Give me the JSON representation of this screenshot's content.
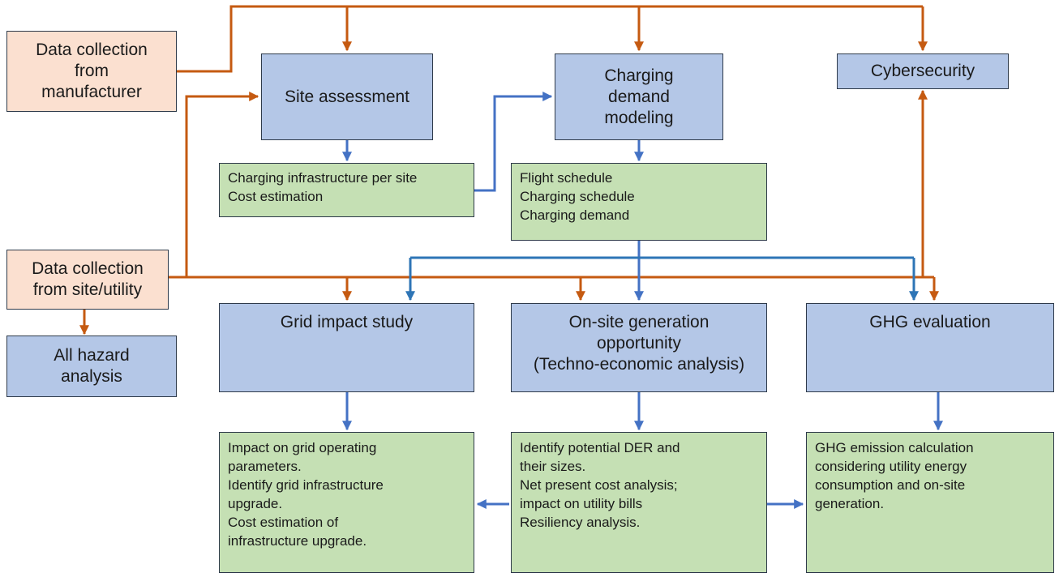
{
  "colors": {
    "orange": "#c55a11",
    "blue": "#4472c4",
    "teal": "#2e75b6"
  },
  "nodes": {
    "manufacturer": {
      "lines": [
        "Data collection",
        "from",
        "manufacturer"
      ]
    },
    "site_utility": {
      "lines": [
        "Data collection",
        "from site/utility"
      ]
    },
    "hazard": {
      "lines": [
        "All hazard",
        "analysis"
      ]
    },
    "site_assessment": {
      "lines": [
        "Site assessment"
      ]
    },
    "charging_modeling": {
      "lines": [
        "Charging",
        "demand",
        "modeling"
      ]
    },
    "cybersecurity": {
      "lines": [
        "Cybersecurity"
      ]
    },
    "infra_cost": {
      "lines": [
        "Charging infrastructure per site",
        "Cost estimation"
      ]
    },
    "schedule": {
      "lines": [
        "Flight schedule",
        "Charging schedule",
        "Charging demand"
      ]
    },
    "grid_impact": {
      "lines": [
        "Grid impact study"
      ]
    },
    "onsite_gen": {
      "lines": [
        "On-site generation",
        "opportunity",
        "(Techno-economic analysis)"
      ]
    },
    "ghg_eval": {
      "lines": [
        "GHG evaluation"
      ]
    },
    "grid_results": {
      "lines": [
        "Impact on grid operating",
        "parameters.",
        "Identify grid infrastructure",
        "upgrade.",
        "Cost estimation of",
        "infrastructure upgrade."
      ]
    },
    "der_results": {
      "lines": [
        "Identify potential DER and",
        "their sizes.",
        "Net present cost analysis;",
        "impact on utility bills",
        "Resiliency analysis."
      ]
    },
    "ghg_results": {
      "lines": [
        "GHG emission calculation",
        "considering utility energy",
        "consumption and on-site",
        "generation."
      ]
    }
  }
}
